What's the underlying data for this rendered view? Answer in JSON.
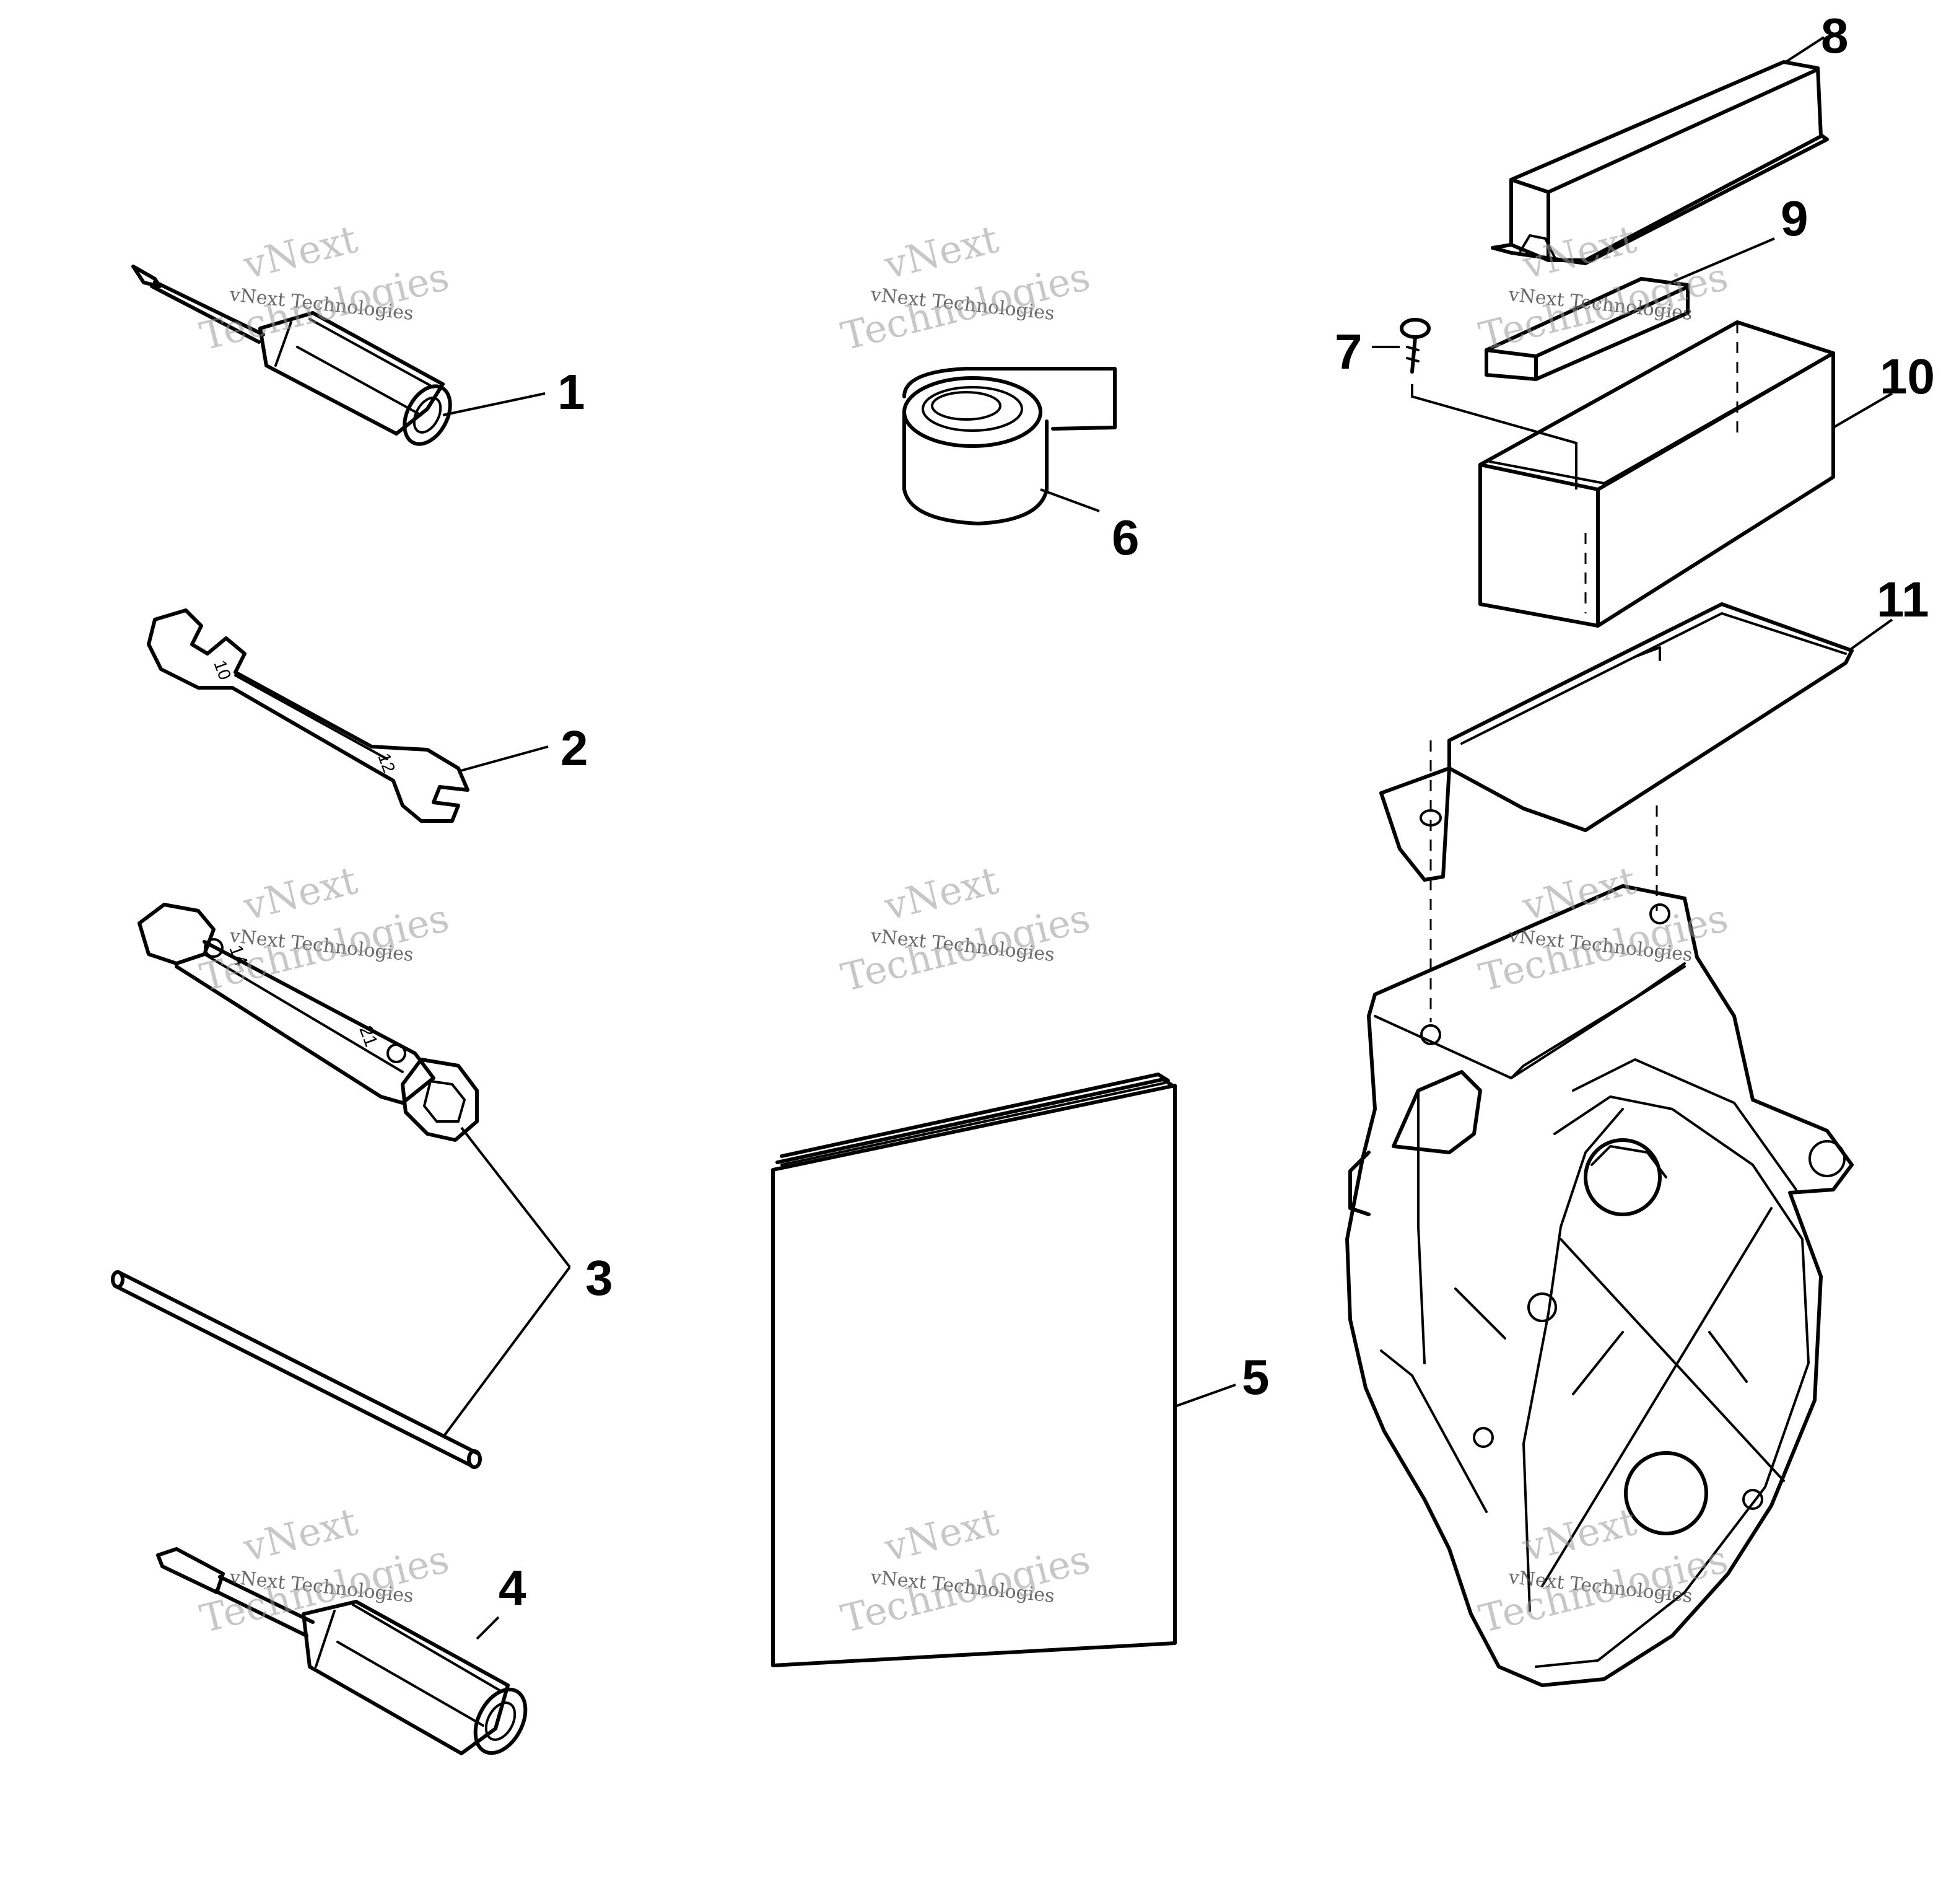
{
  "watermark": {
    "line1": "vNext",
    "line2": "vNext Technologies",
    "line3": "Technologies"
  },
  "callouts": {
    "c1": "1",
    "c2": "2",
    "c3": "3",
    "c4": "4",
    "c5": "5",
    "c6": "6",
    "c7": "7",
    "c8": "8",
    "c9": "9",
    "c10": "10",
    "c11": "11"
  },
  "wrench_marks": {
    "open_end_small": "10",
    "open_end_large": "12",
    "box_end_small": "14",
    "box_end_large": "21"
  },
  "colors": {
    "line": "#000000",
    "background": "#ffffff",
    "watermark": "#9a9a9a"
  }
}
